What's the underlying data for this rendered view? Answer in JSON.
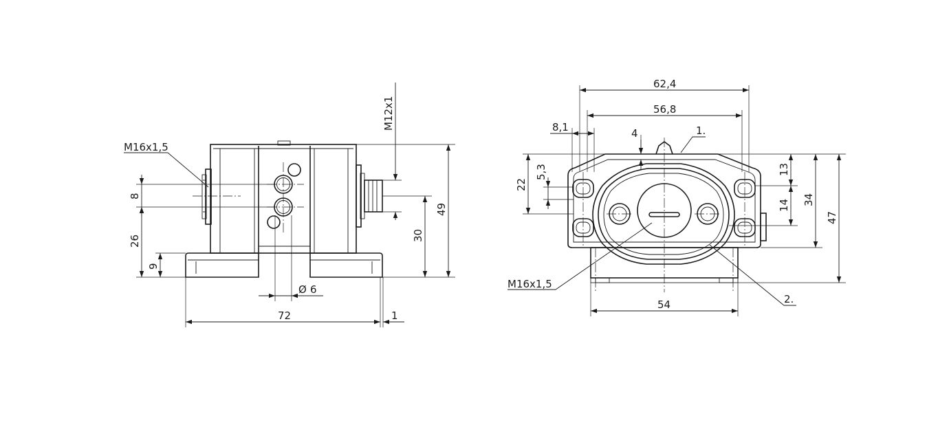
{
  "colors": {
    "ink": "#1a1a1a",
    "paper": "#ffffff"
  },
  "side_view": {
    "label_thread_left": "M16x1,5",
    "label_thread_conn": "M12x1",
    "dim_8": "8",
    "dim_26": "26",
    "dim_9": "9",
    "dim_30": "30",
    "dim_49": "49",
    "dim_72": "72",
    "dim_1": "1",
    "dim_dia6": "6",
    "dia_symbol": "Ø"
  },
  "front_view": {
    "dim_62_4": "62,4",
    "dim_56_8": "56,8",
    "dim_8_1": "8,1",
    "dim_4": "4",
    "dim_22": "22",
    "dim_5_3": "5,3",
    "dim_13": "13",
    "dim_14": "14",
    "dim_34": "34",
    "dim_47": "47",
    "dim_54": "54",
    "label_thread": "M16x1,5",
    "callout_1": "1.",
    "callout_2": "2."
  }
}
